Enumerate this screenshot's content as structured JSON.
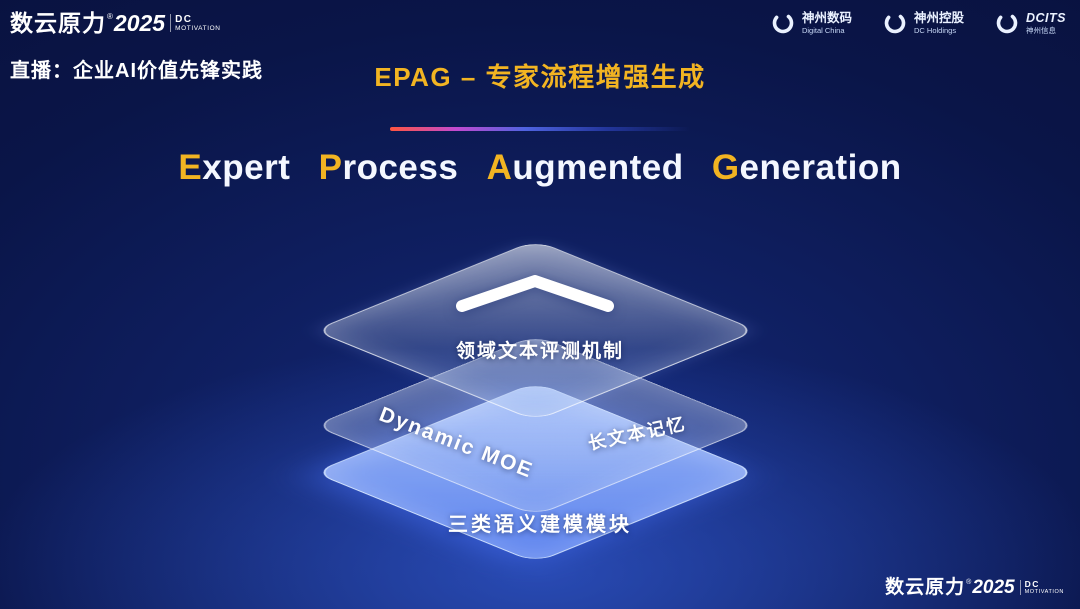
{
  "brand": {
    "name": "数云原力",
    "reg": "®",
    "year": "2025",
    "tag_line1": "DC",
    "tag_line2": "MOTIVATION"
  },
  "header": {
    "live_label": "直播：企业AI价值先锋实践",
    "page_title": "EPAG – 专家流程增强生成",
    "partner_logos": [
      {
        "name": "神州数码",
        "subtitle": "Digital China",
        "icon": "swoosh-icon"
      },
      {
        "name": "神州控股",
        "subtitle": "DC Holdings",
        "icon": "swoosh-icon"
      },
      {
        "name": "DCITS",
        "subtitle": "神州信息",
        "icon": "swoosh-icon"
      }
    ]
  },
  "main_title": {
    "words": [
      {
        "initial": "E",
        "rest": "xpert"
      },
      {
        "initial": "P",
        "rest": "rocess"
      },
      {
        "initial": "A",
        "rest": "ugmented"
      },
      {
        "initial": "G",
        "rest": "eneration"
      }
    ]
  },
  "diagram": {
    "top_layer_label": "领域文本评测机制",
    "middle_layer_label_left": "Dynamic MOE",
    "middle_layer_label_right": "长文本记忆",
    "bottom_layer_label": "三类语义建模模块",
    "chevron_icon": "chevron-up-icon"
  },
  "colors": {
    "accent_gold": "#f2b422",
    "background": "#070c2e",
    "glow_blue": "#3864e2",
    "bottom_layer_blue": "#6f95f5"
  }
}
